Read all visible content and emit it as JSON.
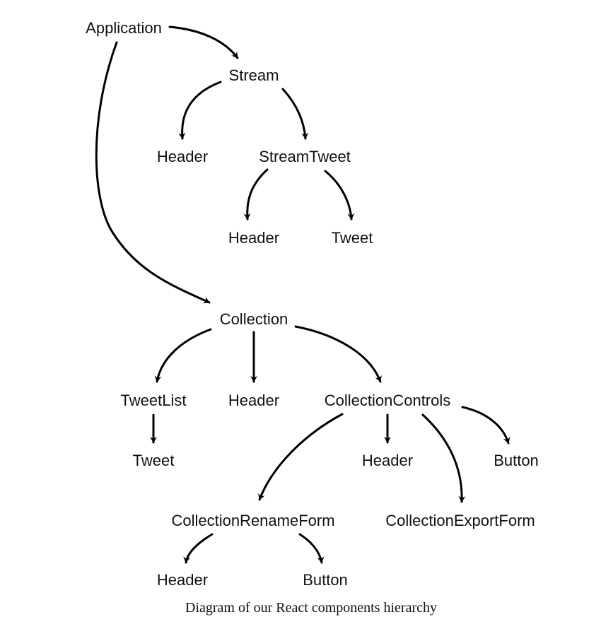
{
  "nodes": {
    "application": "Application",
    "stream": "Stream",
    "stream_header": "Header",
    "stream_tweet": "StreamTweet",
    "stream_tweet_header": "Header",
    "stream_tweet_tweet": "Tweet",
    "collection": "Collection",
    "tweet_list": "TweetList",
    "collection_header": "Header",
    "collection_controls": "CollectionControls",
    "tweet_list_tweet": "Tweet",
    "controls_header": "Header",
    "controls_button": "Button",
    "rename_form": "CollectionRenameForm",
    "export_form": "CollectionExportForm",
    "rename_form_header": "Header",
    "rename_form_button": "Button"
  },
  "caption": "Diagram of our React components hierarchy",
  "colors": {
    "ink": "#000000",
    "text": "#111111",
    "background": "#ffffff"
  }
}
